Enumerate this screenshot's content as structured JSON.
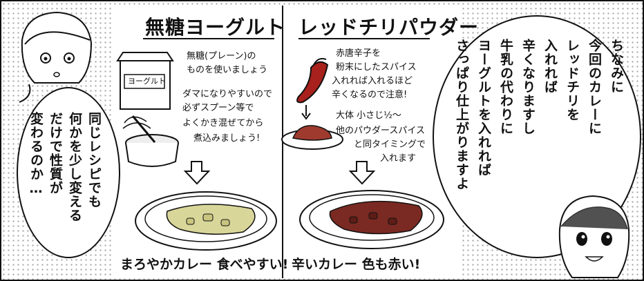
{
  "left_panel": {
    "title": "無糖ヨーグルト",
    "container_label": "ヨーグルト",
    "notes": [
      "無糖(プレーン)の",
      "ものを使いましょう",
      "ダマになりやすいので",
      "必ずスプーン等で",
      "よくかき混ぜてから",
      "煮込みましょう!"
    ],
    "caption": "まろやかカレー 食べやすい!"
  },
  "right_panel": {
    "title": "レッドチリパウダー",
    "notes": [
      "赤唐辛子を",
      "粉末にしたスパイス",
      "入れれば入れるほど",
      "辛くなるので注意!",
      "大体 小さじ½〜",
      "他のパウダースパイス",
      "と同タイミングで",
      "入れます"
    ],
    "caption": "辛いカレー 色も赤い!"
  },
  "speech": {
    "left_bubble": [
      "同じレシピでも",
      "何かを少し変える",
      "だけで性質が",
      "変わるのか…"
    ],
    "right_bubble": [
      "ちなみに",
      "今回のカレーに",
      "レッドチリを",
      "入れれば",
      "辛くなりますし",
      "牛乳の代わりに",
      "ヨーグルトを入れれば",
      "さっぱり仕上がりますよ"
    ]
  },
  "colors": {
    "ink": "#111111",
    "curry_yogurt": "#d9d69a",
    "curry_chili": "#7a2a22",
    "chili_red": "#a8211c"
  }
}
